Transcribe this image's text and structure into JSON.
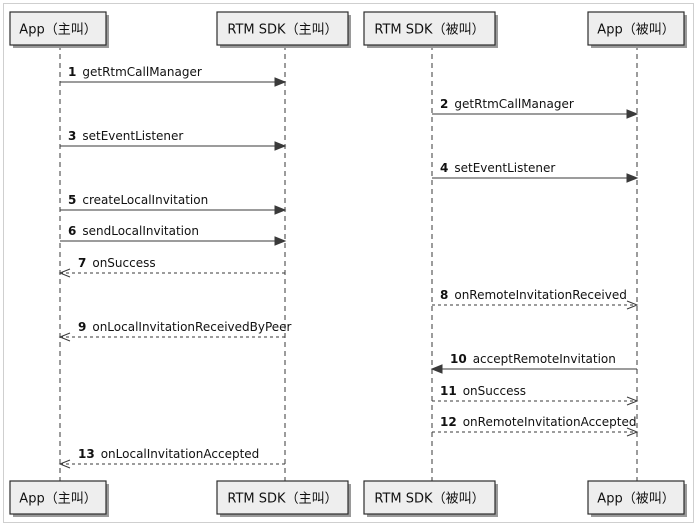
{
  "participants": [
    {
      "id": "app_caller",
      "label": "App（主叫）"
    },
    {
      "id": "sdk_caller",
      "label": "RTM SDK（主叫）"
    },
    {
      "id": "sdk_callee",
      "label": "RTM SDK（被叫）"
    },
    {
      "id": "app_callee",
      "label": "App（被叫）"
    }
  ],
  "messages": [
    {
      "num": "1",
      "label": "getRtmCallManager",
      "from": "app_caller",
      "to": "sdk_caller",
      "style": "solid"
    },
    {
      "num": "2",
      "label": "getRtmCallManager",
      "from": "sdk_callee",
      "to": "app_callee",
      "style": "solid"
    },
    {
      "num": "3",
      "label": "setEventListener",
      "from": "app_caller",
      "to": "sdk_caller",
      "style": "solid"
    },
    {
      "num": "4",
      "label": "setEventListener",
      "from": "sdk_callee",
      "to": "app_callee",
      "style": "solid"
    },
    {
      "num": "5",
      "label": "createLocalInvitation",
      "from": "app_caller",
      "to": "sdk_caller",
      "style": "solid"
    },
    {
      "num": "6",
      "label": "sendLocalInvitation",
      "from": "app_caller",
      "to": "sdk_caller",
      "style": "solid"
    },
    {
      "num": "7",
      "label": "onSuccess",
      "from": "sdk_caller",
      "to": "app_caller",
      "style": "dashed"
    },
    {
      "num": "8",
      "label": "onRemoteInvitationReceived",
      "from": "sdk_callee",
      "to": "app_callee",
      "style": "dashed"
    },
    {
      "num": "9",
      "label": "onLocalInvitationReceivedByPeer",
      "from": "sdk_caller",
      "to": "app_caller",
      "style": "dashed"
    },
    {
      "num": "10",
      "label": "acceptRemoteInvitation",
      "from": "app_callee",
      "to": "sdk_callee",
      "style": "solid"
    },
    {
      "num": "11",
      "label": "onSuccess",
      "from": "sdk_callee",
      "to": "app_callee",
      "style": "dashed"
    },
    {
      "num": "12",
      "label": "onRemoteInvitationAccepted",
      "from": "sdk_callee",
      "to": "app_callee",
      "style": "dashed"
    },
    {
      "num": "13",
      "label": "onLocalInvitationAccepted",
      "from": "sdk_caller",
      "to": "app_caller",
      "style": "dashed"
    }
  ]
}
